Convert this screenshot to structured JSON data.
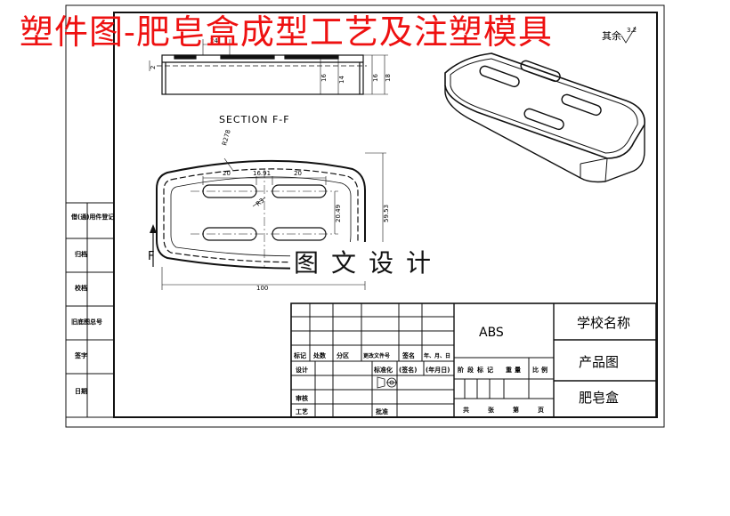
{
  "title": "塑件图-肥皂盒成型工艺及注塑模具",
  "watermark": "图文设计",
  "section_label": "SECTION F-F",
  "section_marker": "F",
  "top_right_label": "其余",
  "top_right_roughness": "3.2",
  "top_view_dims": {
    "d1": "24",
    "d2": "16",
    "d3": "14",
    "d4": "16",
    "d5": "18",
    "d6": "2"
  },
  "plan_dims": {
    "r": "R278",
    "slot_width_a": "20",
    "slot_gap": "16.91",
    "slot_width_b": "20",
    "radius": "R3",
    "slot_pitch": "20.49",
    "height": "59.53",
    "length": "100"
  },
  "left_column": [
    "借(通)用件登记",
    "归档",
    "校档",
    "旧底图总号",
    "签字",
    "日期"
  ],
  "title_block": {
    "material": "ABS",
    "school": "学校名称",
    "drawing_type": "产品图",
    "part_name": "肥皂盒",
    "row_labels": [
      "标记",
      "处数",
      "分区",
      "更改文件号",
      "签名",
      "年、月、日"
    ],
    "design": "设计",
    "standardize": "标准化",
    "sign": "(签名)",
    "date": "(年月日)",
    "review": "审核",
    "process": "工艺",
    "approve": "批准",
    "stage_labels": [
      "阶段标记",
      "重量",
      "比例"
    ],
    "sheet_labels": [
      "共",
      "张",
      "第",
      "页"
    ]
  },
  "colors": {
    "title": "#ee1111",
    "line": "#111111"
  }
}
